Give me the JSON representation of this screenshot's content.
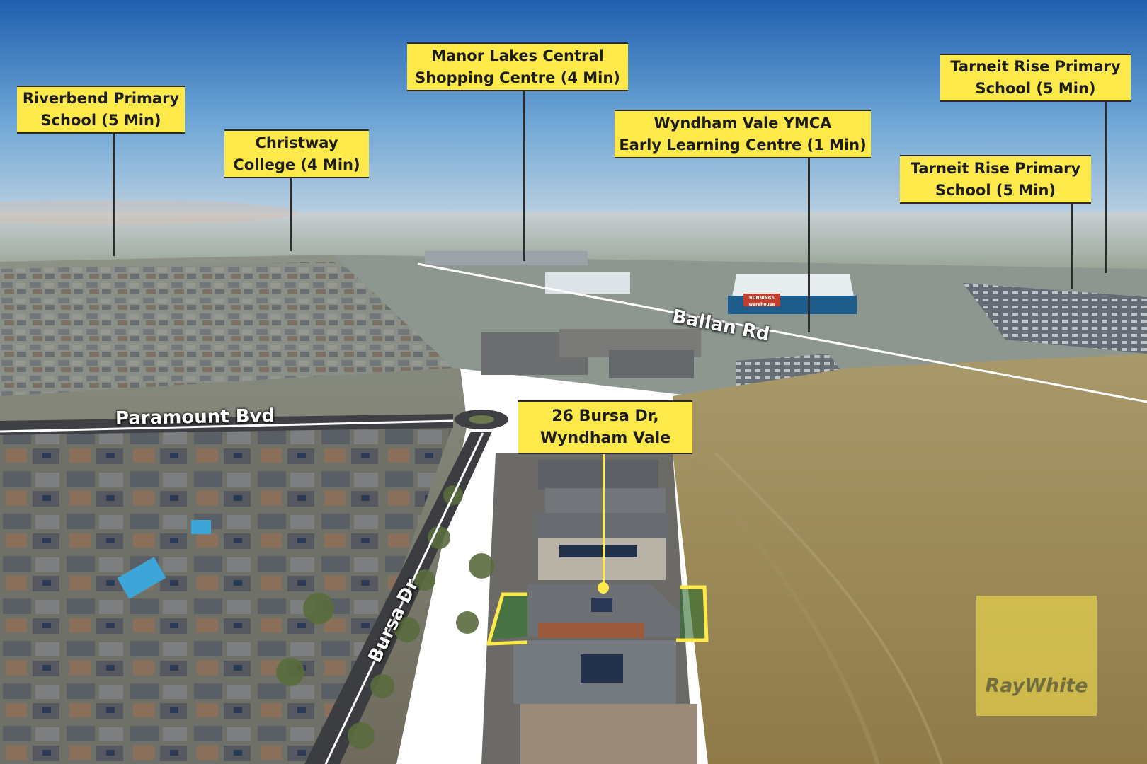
{
  "callouts": {
    "riverbend": {
      "line1": "Riverbend Primary",
      "line2": "School (5 Min)"
    },
    "christway": {
      "line1": "Christway",
      "line2": "College (4 Min)"
    },
    "manor_lakes": {
      "line1": "Manor Lakes Central",
      "line2": "Shopping Centre (4 Min)"
    },
    "ymca": {
      "line1": "Wyndham Vale YMCA",
      "line2": "Early Learning Centre (1 Min)"
    },
    "tarneit_far": {
      "line1": "Tarneit Rise Primary",
      "line2": "School (5 Min)"
    },
    "tarneit_near": {
      "line1": "Tarneit Rise Primary",
      "line2": "School (5 Min)"
    },
    "property": {
      "line1": "26 Bursa Dr,",
      "line2": "Wyndham Vale"
    }
  },
  "roads": {
    "ballan": "Ballan Rd",
    "paramount": "Paramount Bvd",
    "bursa": "Bursa Dr"
  },
  "logo": {
    "text": "RayWhite"
  },
  "store_sign": "BUNNINGS warehouse",
  "colors": {
    "callout_yellow": "#fde94a",
    "sky_top": "#1f5fae",
    "field": "#9c8a56",
    "road_line": "#ffffff"
  }
}
